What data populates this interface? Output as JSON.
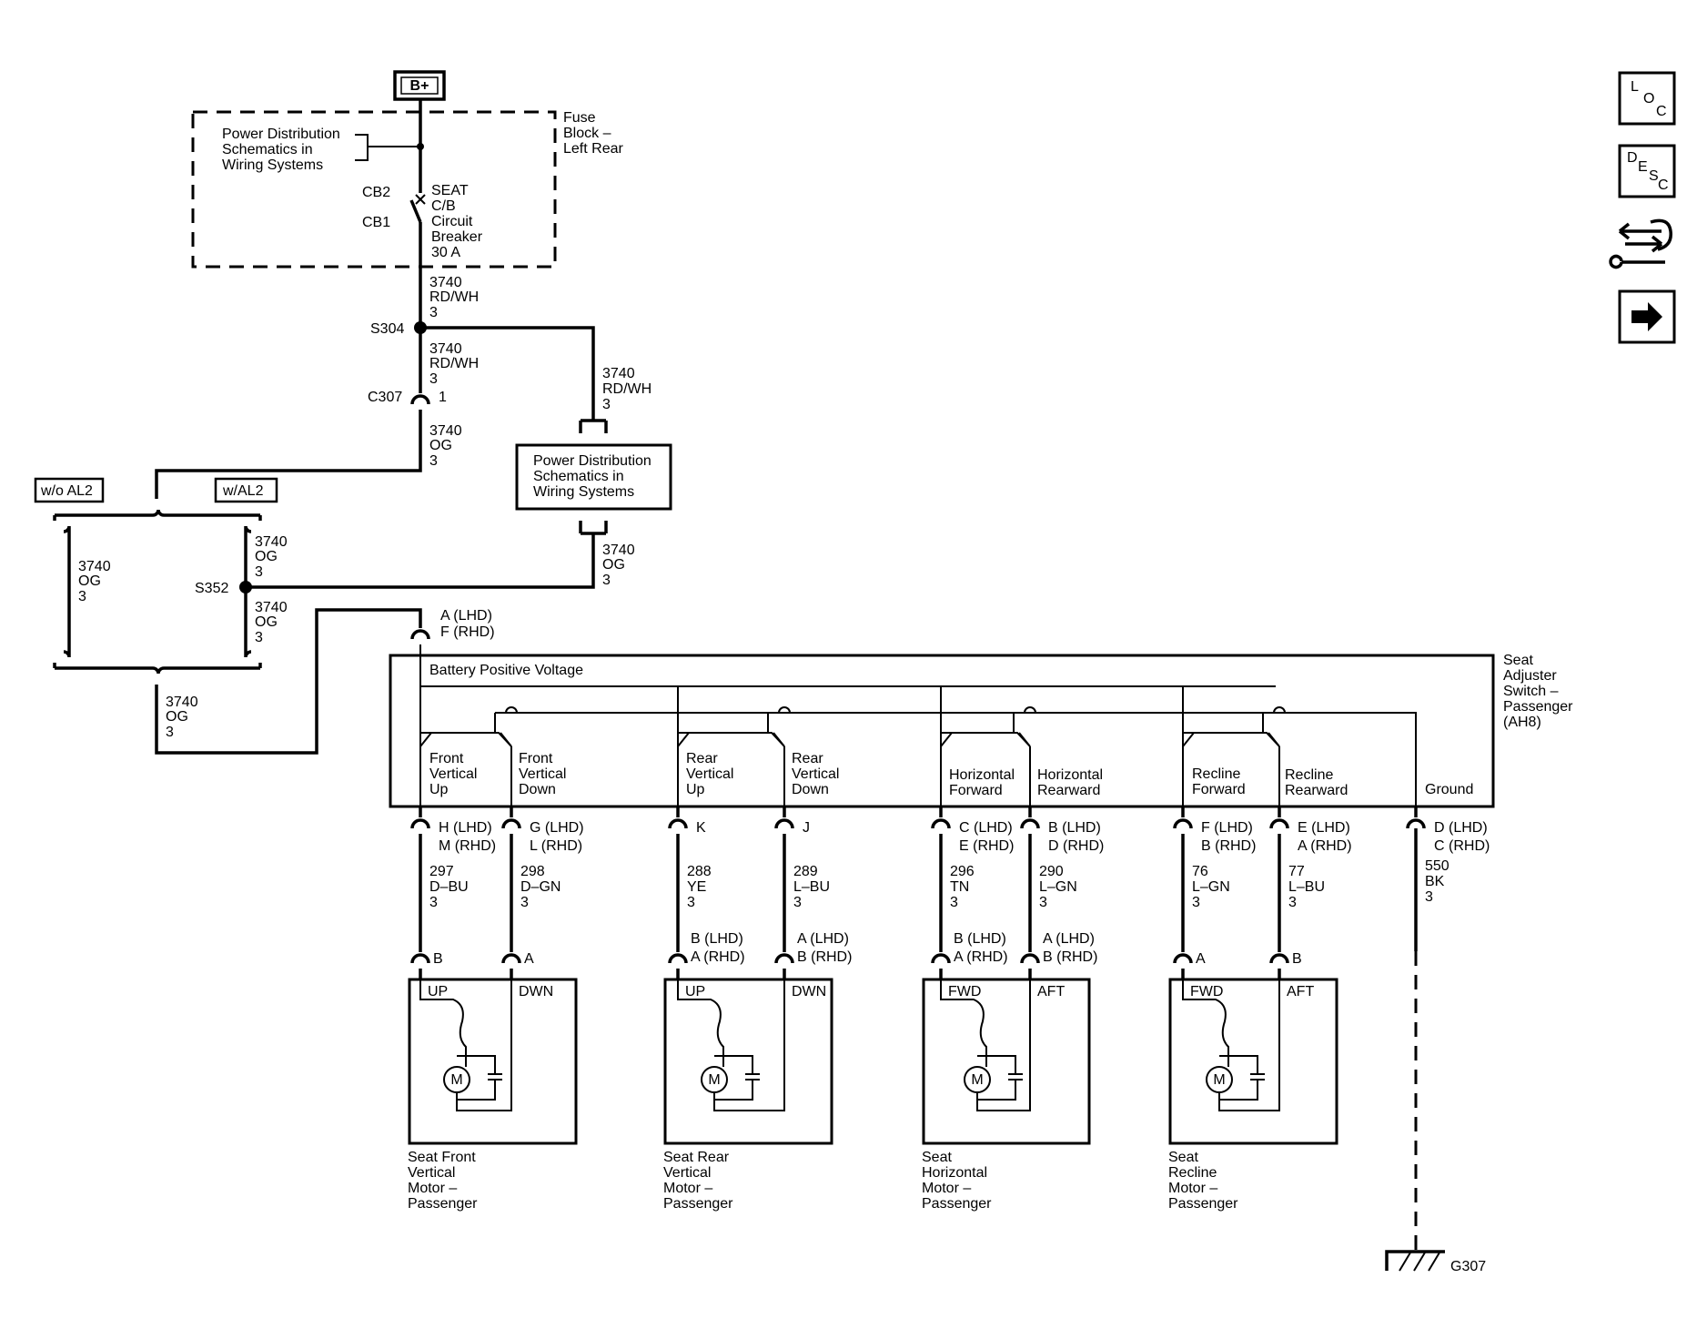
{
  "battery": "B+",
  "fuse_block": {
    "title_lines": [
      "Fuse",
      "Block –",
      "Left Rear"
    ],
    "pd_ref_lines": [
      "Power Distribution",
      "Schematics in",
      "Wiring Systems"
    ],
    "cb2": "CB2",
    "cb1": "CB1",
    "breaker_lines": [
      "SEAT",
      "C/B",
      "Circuit",
      "Breaker",
      "30 A"
    ]
  },
  "wires": {
    "w_3740_rdwh_a": [
      "3740",
      "RD/WH",
      "3"
    ],
    "w_3740_rdwh_b": [
      "3740",
      "RD/WH",
      "3"
    ],
    "w_3740_rdwh_c": [
      "3740",
      "RD/WH",
      "3"
    ],
    "w_3740_og_a": [
      "3740",
      "OG",
      "3"
    ],
    "w_3740_og_pd": [
      "3740",
      "OG",
      "3"
    ],
    "w_3740_og_left": [
      "3740",
      "OG",
      "3"
    ],
    "w_3740_og_s352_top": [
      "3740",
      "OG",
      "3"
    ],
    "w_3740_og_s352_bot": [
      "3740",
      "OG",
      "3"
    ],
    "w_3740_og_bottom": [
      "3740",
      "OG",
      "3"
    ]
  },
  "splices": {
    "s304": "S304",
    "s352": "S352"
  },
  "connectors": {
    "c307": "C307",
    "c307_pin": "1"
  },
  "pd_box_lines": [
    "Power Distribution",
    "Schematics in",
    "Wiring Systems"
  ],
  "options": {
    "wo_al2": "w/o AL2",
    "w_al2": "w/AL2"
  },
  "switch": {
    "input_pin_lines": [
      "A (LHD)",
      "F (RHD)"
    ],
    "battery_label": "Battery Positive Voltage",
    "name_lines": [
      "Seat",
      "Adjuster",
      "Switch –",
      "Passenger",
      "(AH8)"
    ],
    "contacts": [
      {
        "lines": [
          "Front",
          "Vertical",
          "Up"
        ]
      },
      {
        "lines": [
          "Front",
          "Vertical",
          "Down"
        ]
      },
      {
        "lines": [
          "Rear",
          "Vertical",
          "Up"
        ]
      },
      {
        "lines": [
          "Rear",
          "Vertical",
          "Down"
        ]
      },
      {
        "lines": [
          "Horizontal",
          "Forward"
        ]
      },
      {
        "lines": [
          "Horizontal",
          "Rearward"
        ]
      },
      {
        "lines": [
          "Recline",
          "Forward"
        ]
      },
      {
        "lines": [
          "Recline",
          "Rearward"
        ]
      },
      {
        "lines": [
          "Ground"
        ]
      }
    ]
  },
  "output_pins": [
    {
      "lines": [
        "H (LHD)",
        "M (RHD)"
      ]
    },
    {
      "lines": [
        "G (LHD)",
        "L (RHD)"
      ]
    },
    {
      "lines": [
        "K"
      ]
    },
    {
      "lines": [
        "J"
      ]
    },
    {
      "lines": [
        "C (LHD)",
        "E (RHD)"
      ]
    },
    {
      "lines": [
        "B (LHD)",
        "D (RHD)"
      ]
    },
    {
      "lines": [
        "F (LHD)",
        "B (RHD)"
      ]
    },
    {
      "lines": [
        "E (LHD)",
        "A (RHD)"
      ]
    },
    {
      "lines": [
        "D (LHD)",
        "C (RHD)"
      ]
    }
  ],
  "circuit_wires": [
    {
      "lines": [
        "297",
        "D–BU",
        "3"
      ]
    },
    {
      "lines": [
        "298",
        "D–GN",
        "3"
      ]
    },
    {
      "lines": [
        "288",
        "YE",
        "3"
      ]
    },
    {
      "lines": [
        "289",
        "L–BU",
        "3"
      ]
    },
    {
      "lines": [
        "296",
        "TN",
        "3"
      ]
    },
    {
      "lines": [
        "290",
        "L–GN",
        "3"
      ]
    },
    {
      "lines": [
        "76",
        "L–GN",
        "3"
      ]
    },
    {
      "lines": [
        "77",
        "L–BU",
        "3"
      ]
    },
    {
      "lines": [
        "550",
        "BK",
        "3"
      ]
    }
  ],
  "motor_pins": [
    {
      "lines": [
        "B"
      ]
    },
    {
      "lines": [
        "A"
      ]
    },
    {
      "lines": [
        "B (LHD)",
        "A (RHD)"
      ]
    },
    {
      "lines": [
        "A (LHD)",
        "B (RHD)"
      ]
    },
    {
      "lines": [
        "B (LHD)",
        "A (RHD)"
      ]
    },
    {
      "lines": [
        "A (LHD)",
        "B (RHD)"
      ]
    },
    {
      "lines": [
        "A"
      ]
    },
    {
      "lines": [
        "B"
      ]
    }
  ],
  "motors": [
    {
      "left": "UP",
      "right": "DWN",
      "m": "M",
      "name_lines": [
        "Seat Front",
        "Vertical",
        "Motor –",
        "Passenger"
      ]
    },
    {
      "left": "UP",
      "right": "DWN",
      "m": "M",
      "name_lines": [
        "Seat Rear",
        "Vertical",
        "Motor –",
        "Passenger"
      ]
    },
    {
      "left": "FWD",
      "right": "AFT",
      "m": "M",
      "name_lines": [
        "Seat",
        "Horizontal",
        "Motor –",
        "Passenger"
      ]
    },
    {
      "left": "FWD",
      "right": "AFT",
      "m": "M",
      "name_lines": [
        "Seat",
        "Recline",
        "Motor –",
        "Passenger"
      ]
    }
  ],
  "ground": "G307",
  "nav": {
    "loc": [
      "L",
      "O",
      "C"
    ],
    "desc": [
      "D",
      "E",
      "S",
      "C"
    ]
  }
}
